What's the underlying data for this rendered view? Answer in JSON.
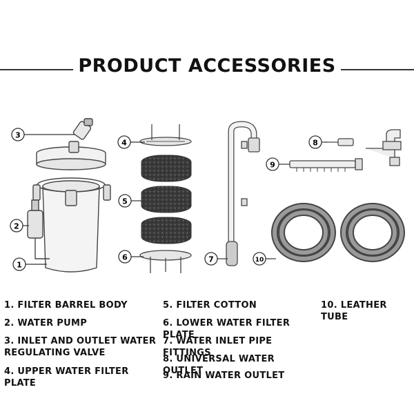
{
  "header": {
    "title": "PRODUCT ACCESSORIES"
  },
  "callouts": [
    "3",
    "4",
    "2",
    "5",
    "1",
    "6",
    "7",
    "8",
    "9",
    "10"
  ],
  "legend": [
    "1. FILTER BARREL BODY",
    "2. WATER PUMP",
    "3. INLET AND OUTLET WATER REGULATING VALVE",
    "4. UPPER WATER FILTER PLATE",
    "5. FILTER COTTON",
    "6. LOWER WATER FILTER PLATE",
    "7. WATER INLET PIPE FITTINGS",
    "8. UNIVERSAL WATER OUTLET",
    "9. RAIN WATER OUTLET",
    "10. LEATHER TUBE"
  ]
}
